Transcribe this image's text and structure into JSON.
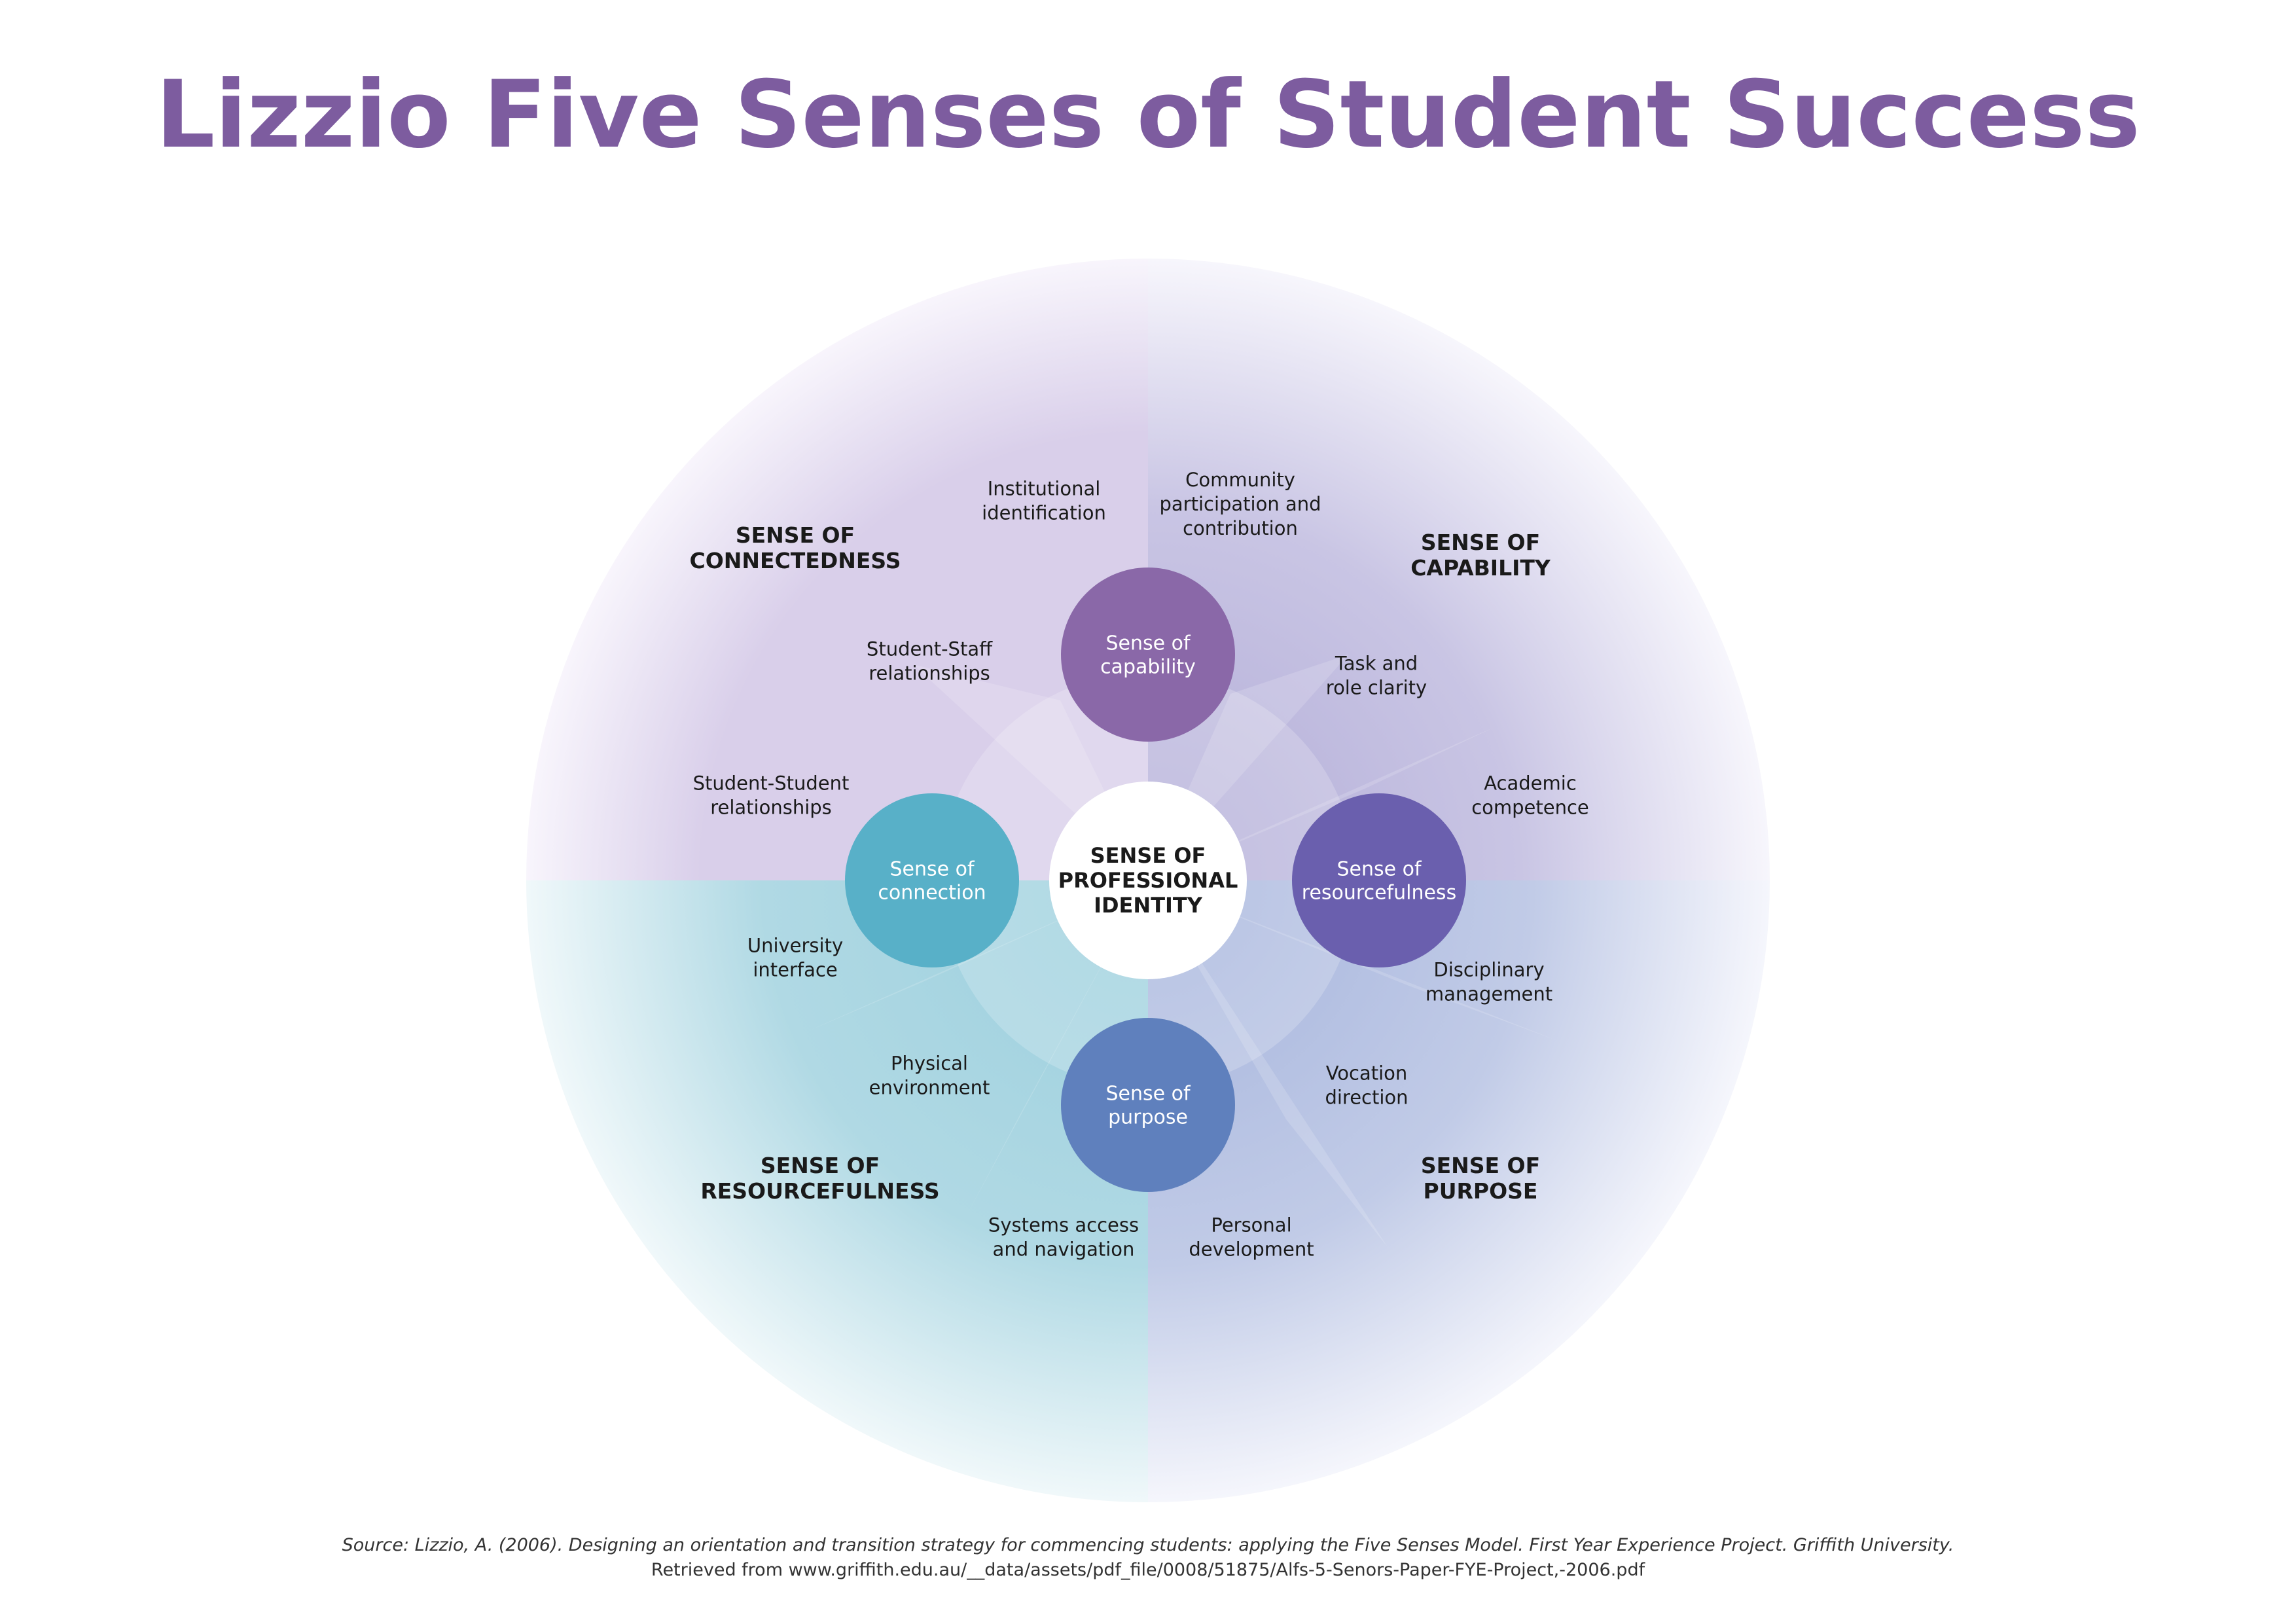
{
  "title": "Lizzio Five Senses of Student Success",
  "colors": {
    "title": "#7d5c9f",
    "connectedness_quadrant": "#d9cfea",
    "capability_quadrant": "#b9b6dc",
    "resourcefulness_quadrant": "#a3d3e0",
    "purpose_quadrant": "#a9b8de",
    "capability_circle": "#8a68a8",
    "connection_circle": "#58b0c8",
    "resourcefulness_circle": "#6a5fae",
    "purpose_circle": "#5f80bd",
    "center_circle": "#ffffff",
    "text_dark": "#1a1a1a",
    "text_light": "#ffffff"
  },
  "center": {
    "lines": [
      "SENSE OF",
      "PROFESSIONAL",
      "IDENTITY"
    ]
  },
  "senses": [
    {
      "key": "capability",
      "lines": [
        "Sense of",
        "capability"
      ]
    },
    {
      "key": "connection",
      "lines": [
        "Sense of",
        "connection"
      ]
    },
    {
      "key": "resourcefulness",
      "lines": [
        "Sense of",
        "resourcefulness"
      ]
    },
    {
      "key": "purpose",
      "lines": [
        "Sense of",
        "purpose"
      ]
    }
  ],
  "quadrants": [
    {
      "key": "connectedness",
      "lines": [
        "SENSE OF",
        "CONNECTEDNESS"
      ]
    },
    {
      "key": "capability",
      "lines": [
        "SENSE OF",
        "CAPABILITY"
      ]
    },
    {
      "key": "resourcefulness",
      "lines": [
        "SENSE OF",
        "RESOURCEFULNESS"
      ]
    },
    {
      "key": "purpose",
      "lines": [
        "SENSE OF",
        "PURPOSE"
      ]
    }
  ],
  "factors": [
    {
      "key": "institutional",
      "lines": [
        "Institutional",
        "identification"
      ]
    },
    {
      "key": "community",
      "lines": [
        "Community",
        "participation and",
        "contribution"
      ]
    },
    {
      "key": "student-staff",
      "lines": [
        "Student-Staff",
        "relationships"
      ]
    },
    {
      "key": "task",
      "lines": [
        "Task and",
        "role clarity"
      ]
    },
    {
      "key": "student-student",
      "lines": [
        "Student-Student",
        "relationships"
      ]
    },
    {
      "key": "academic",
      "lines": [
        "Academic",
        "competence"
      ]
    },
    {
      "key": "university",
      "lines": [
        "University",
        "interface"
      ]
    },
    {
      "key": "disciplinary",
      "lines": [
        "Disciplinary",
        "management"
      ]
    },
    {
      "key": "physical",
      "lines": [
        "Physical",
        "environment"
      ]
    },
    {
      "key": "vocation",
      "lines": [
        "Vocation",
        "direction"
      ]
    },
    {
      "key": "systems",
      "lines": [
        "Systems access",
        "and navigation"
      ]
    },
    {
      "key": "personal",
      "lines": [
        "Personal",
        "development"
      ]
    }
  ],
  "source": {
    "line1": "Source: Lizzio, A. (2006). Designing an orientation and transition strategy for commencing students: applying the Five Senses Model. First Year Experience Project. Griffith University.",
    "line2": "Retrieved from www.griffith.edu.au/__data/assets/pdf_file/0008/51875/Alfs-5-Senors-Paper-FYE-Project,-2006.pdf"
  }
}
